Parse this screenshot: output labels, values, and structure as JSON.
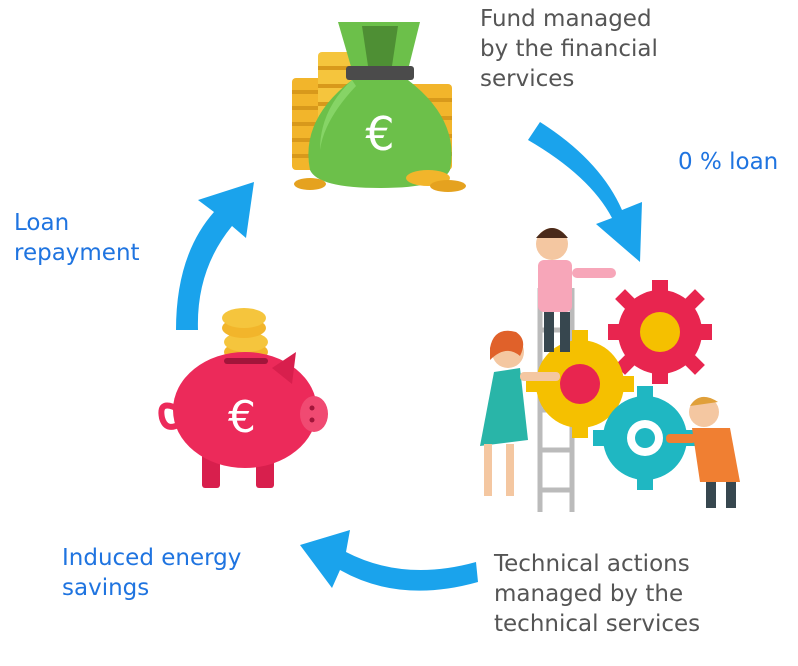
{
  "labels": {
    "fund": "Fund managed\nby the financial\nservices",
    "loan": "0 % loan",
    "repayment": "Loan\nrepayment",
    "savings": "Induced energy\nsavings",
    "technical": "Technical actions\nmanaged by the\ntechnical services"
  },
  "symbols": {
    "currency": "€"
  },
  "icons": [
    "money-bag-icon",
    "coin-stack-icon",
    "piggy-bank-icon",
    "gears-icon",
    "worker-icon",
    "ladder-icon",
    "cycle-arrow-icon"
  ],
  "colors": {
    "label_gray": "#555555",
    "label_blue": "#1f74e0",
    "arrow": "#1aa3ec",
    "bag_green": "#6cc04a",
    "bag_dark": "#4e8f34",
    "coin_gold": "#f2b52b",
    "piggy_pink": "#ec2a5a",
    "gear_red": "#e8254f",
    "gear_yellow": "#f5c000",
    "gear_teal": "#1fb7c2"
  }
}
